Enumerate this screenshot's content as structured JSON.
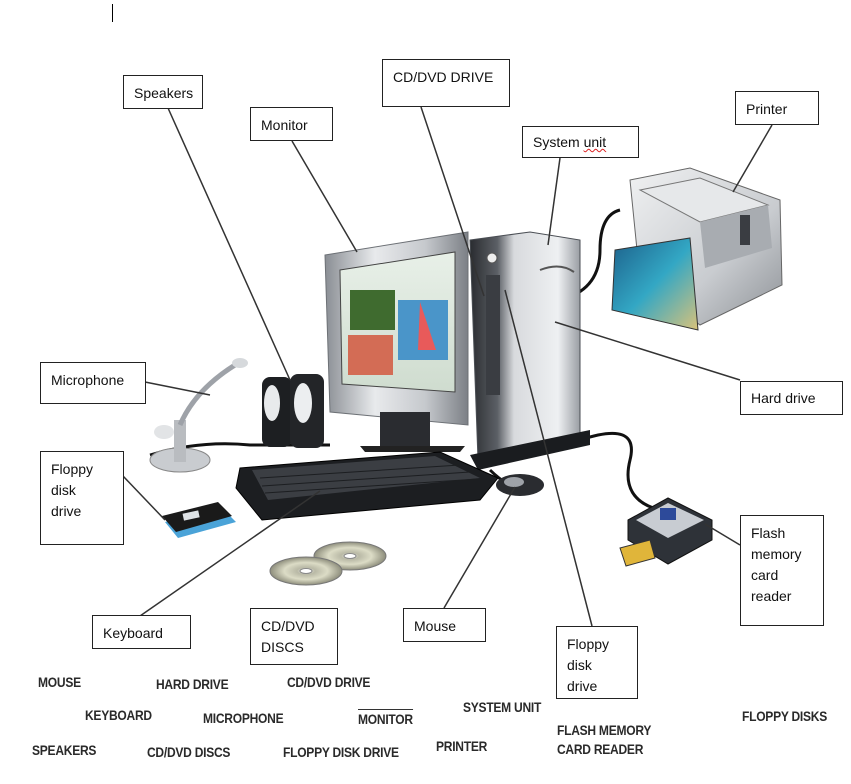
{
  "labels": {
    "speakers": "Speakers",
    "monitor": "Monitor",
    "cd_dvd_drive": "CD/DVD DRIVE",
    "system_unit_prefix": "System ",
    "system_unit_suffix": "unit",
    "printer": "Printer",
    "microphone": "Microphone",
    "hard_drive": "Hard drive",
    "floppy_disk_drive_left": "Floppy\ndisk\ndrive",
    "flash_memory_card_reader": "Flash\nmemory\ncard\nreader",
    "keyboard": "Keyboard",
    "cd_dvd_discs": "CD/DVD\nDISCS",
    "mouse": "Mouse",
    "floppy_disk_drive_right": "Floppy\ndisk\ndrive"
  },
  "word_bank": {
    "mouse": "MOUSE",
    "hard_drive": "HARD DRIVE",
    "cd_dvd_drive": "CD/DVD DRIVE",
    "system_unit": "SYSTEM UNIT",
    "floppy_disks": "FLOPPY DISKS",
    "keyboard": "KEYBOARD",
    "microphone": "MICROPHONE",
    "monitor": "MONITOR",
    "flash_memory_card_reader": "FLASH MEMORY\nCARD READER",
    "speakers": "SPEAKERS",
    "cd_dvd_discs": "CD/DVD DISCS",
    "floppy_disk_drive": "FLOPPY DISK DRIVE",
    "printer": "PRINTER"
  }
}
